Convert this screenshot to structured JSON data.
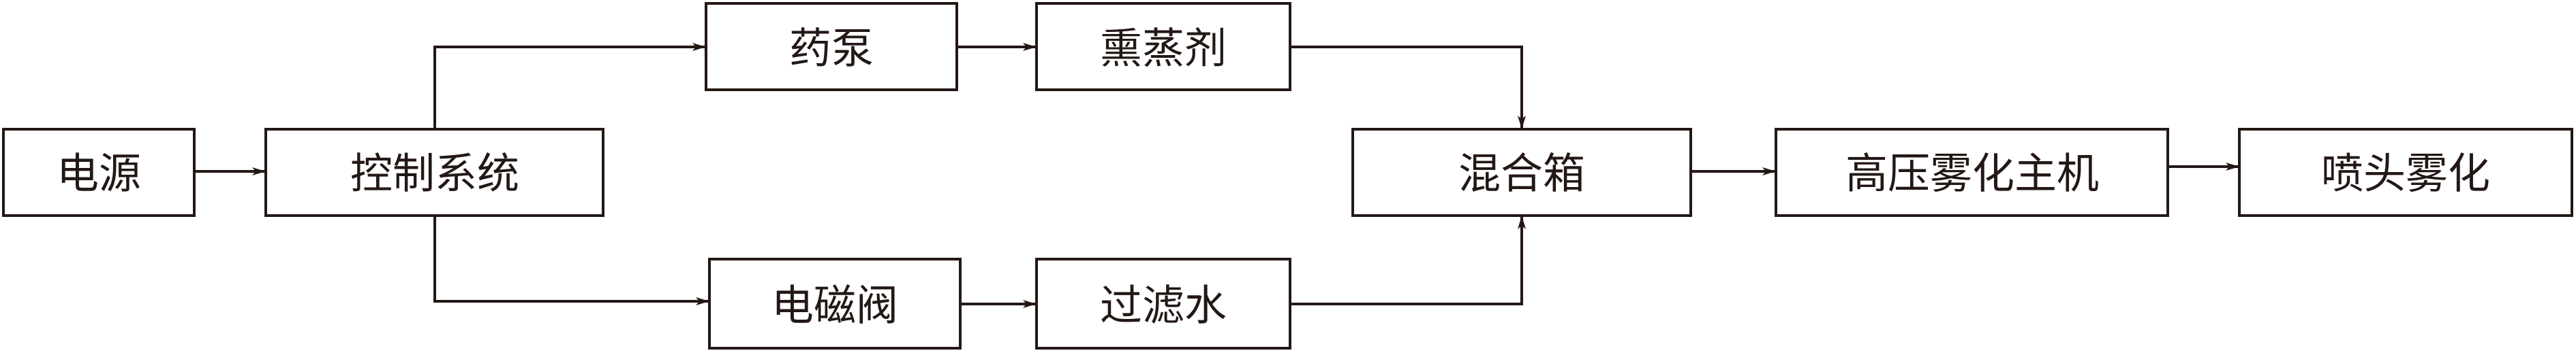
{
  "nodes": {
    "power": {
      "label": "电源"
    },
    "control_system": {
      "label": "控制系统"
    },
    "medicine_pump": {
      "label": "药泵"
    },
    "fumigant": {
      "label": "熏蒸剂"
    },
    "solenoid_valve": {
      "label": "电磁阀"
    },
    "filtered_water": {
      "label": "过滤水"
    },
    "mixing_tank": {
      "label": "混合箱"
    },
    "atomizer_host": {
      "label": "高压雾化主机"
    },
    "nozzle_atomization": {
      "label": "喷头雾化"
    }
  },
  "edges": [
    {
      "from": "power",
      "to": "control_system"
    },
    {
      "from": "control_system",
      "to": "medicine_pump"
    },
    {
      "from": "control_system",
      "to": "solenoid_valve"
    },
    {
      "from": "medicine_pump",
      "to": "fumigant"
    },
    {
      "from": "solenoid_valve",
      "to": "filtered_water"
    },
    {
      "from": "fumigant",
      "to": "mixing_tank"
    },
    {
      "from": "filtered_water",
      "to": "mixing_tank"
    },
    {
      "from": "mixing_tank",
      "to": "atomizer_host"
    },
    {
      "from": "atomizer_host",
      "to": "nozzle_atomization"
    }
  ],
  "colors": {
    "stroke": "#231815",
    "background": "#ffffff"
  }
}
